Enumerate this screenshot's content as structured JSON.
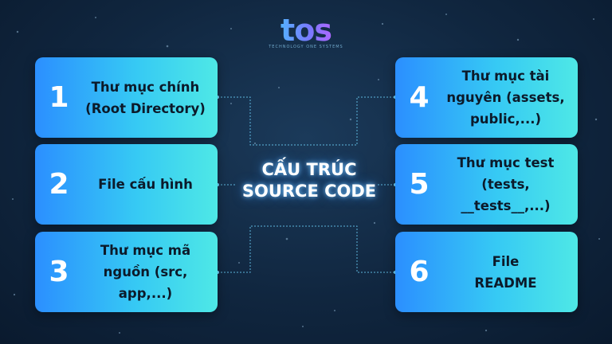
{
  "logo": {
    "text": "tos",
    "subtitle": "TECHNOLOGY ONE SYSTEMS"
  },
  "title": {
    "line1": "CẤU TRÚC",
    "line2": "SOURCE CODE"
  },
  "colors": {
    "background": "#10263f",
    "card_start": "#2b8fff",
    "card_end": "#4ee8e6",
    "wire": "#6fd6ff"
  },
  "cards": [
    {
      "number": "1",
      "label": "Thư mục chính\n(Root Directory)"
    },
    {
      "number": "2",
      "label": "File cấu hình"
    },
    {
      "number": "3",
      "label": "Thư mục mã\nnguồn (src,\napp,...)"
    },
    {
      "number": "4",
      "label": "Thư mục tài\nnguyên (assets,\npublic,...)"
    },
    {
      "number": "5",
      "label": "Thư mục test\n(tests,\n__tests__,...)"
    },
    {
      "number": "6",
      "label": "File\nREADME"
    }
  ]
}
